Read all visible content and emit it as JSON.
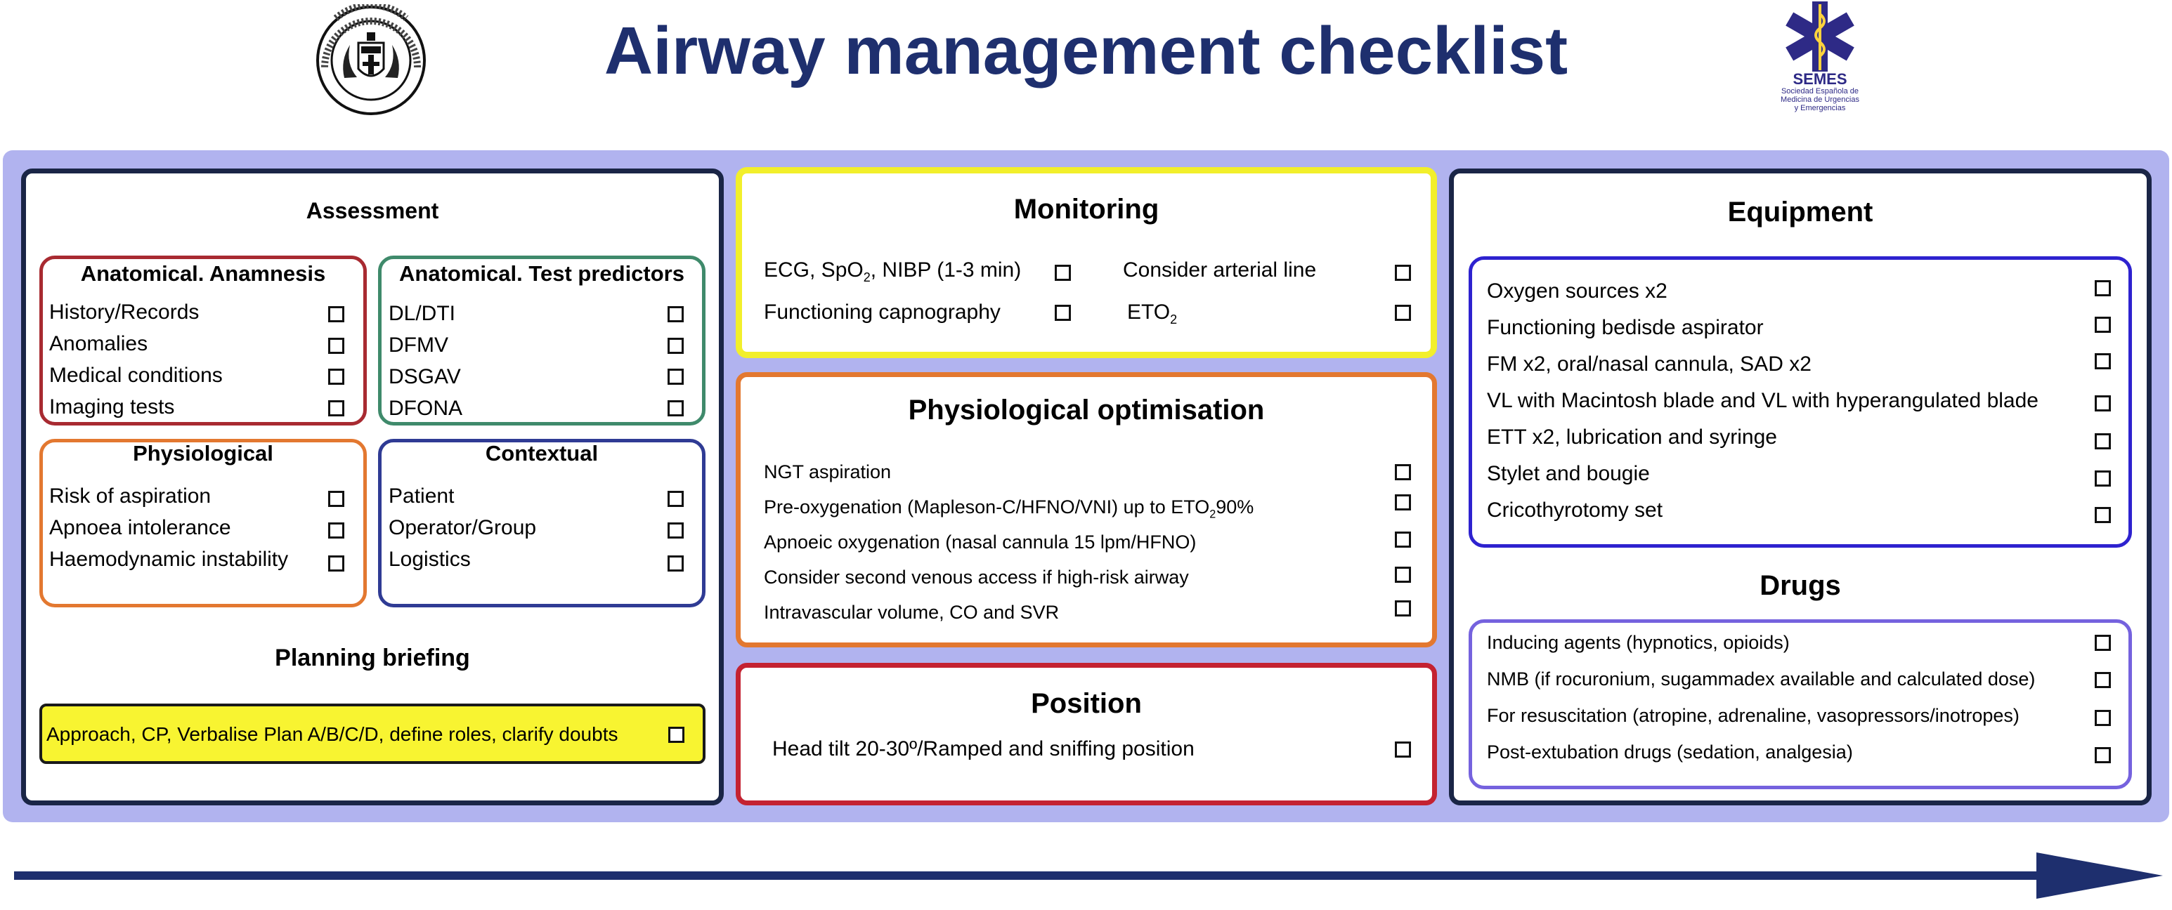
{
  "header": {
    "title": "Airway management checklist",
    "logo_left_icon": "society-seal-icon",
    "logo_right_icon": "star-of-life-icon",
    "logo_right_name": "SEMES",
    "logo_right_sub1": "Sociedad Española de",
    "logo_right_sub2": "Medicina de Urgencias",
    "logo_right_sub3": "y Emergencias"
  },
  "assessment": {
    "title": "Assessment",
    "anamnesis": {
      "title": "Anatomical.  Anamnesis",
      "items": [
        "History/Records",
        "Anomalies",
        "Medical conditions",
        "Imaging tests"
      ]
    },
    "test_predictors": {
      "title": "Anatomical. Test predictors",
      "items": [
        "DL/DTI",
        "DFMV",
        "DSGAV",
        "DFONA"
      ]
    },
    "physiological": {
      "title": "Physiological",
      "items": [
        "Risk of aspiration",
        "Apnoea intolerance",
        "Haemodynamic instability"
      ]
    },
    "contextual": {
      "title": "Contextual",
      "items": [
        "Patient",
        "Operator/Group",
        "Logistics"
      ]
    },
    "planning": {
      "title": "Planning briefing",
      "item": "Approach, CP, Verbalise Plan A/B/C/D, define roles, clarify doubts"
    }
  },
  "monitoring": {
    "title": "Monitoring",
    "item1_a": "ECG, SpO",
    "item1_sub": "2",
    "item1_b": ", NIBP (1-3 min)",
    "item2": "Consider arterial line",
    "item3": "Functioning capnography",
    "item4_a": "ETO",
    "item4_sub": "2"
  },
  "physiological_optimisation": {
    "title": "Physiological optimisation",
    "item1": "NGT aspiration",
    "item2_a": "Pre-oxygenation (Mapleson-C/HFNO/VNI) up to ETO",
    "item2_sub": "2",
    "item2_b": "90%",
    "item3": "Apnoeic oxygenation (nasal cannula 15 lpm/HFNO)",
    "item4": "Consider second venous access if high-risk airway",
    "item5": "Intravascular volume, CO and SVR"
  },
  "position": {
    "title": "Position",
    "item": "Head tilt 20-30º/Ramped and sniffing position"
  },
  "equipment": {
    "title": "Equipment",
    "items": [
      "Oxygen sources x2",
      "Functioning bedisde aspirator",
      "FM x2, oral/nasal cannula, SAD x2",
      "VL with Macintosh blade and VL with hyperangulated blade",
      "ETT x2, lubrication and syringe",
      "Stylet and bougie",
      "Cricothyrotomy set"
    ]
  },
  "drugs": {
    "title": "Drugs",
    "items": [
      "Inducing agents (hypnotics, opioids)",
      "NMB (if rocuronium, sugammadex available and calculated dose)",
      "For resuscitation (atropine, adrenaline, vasopressors/inotropes)",
      "Post-extubation drugs (sedation, analgesia)"
    ]
  },
  "colors": {
    "title": "#1e2f6e",
    "backdrop": "#b1b3ef",
    "monitoring_border": "#f2ef2b",
    "optimisation_border": "#e37830",
    "position_border": "#c42231",
    "planning_fill": "#f8f431",
    "arrow": "#1e2f6e"
  }
}
